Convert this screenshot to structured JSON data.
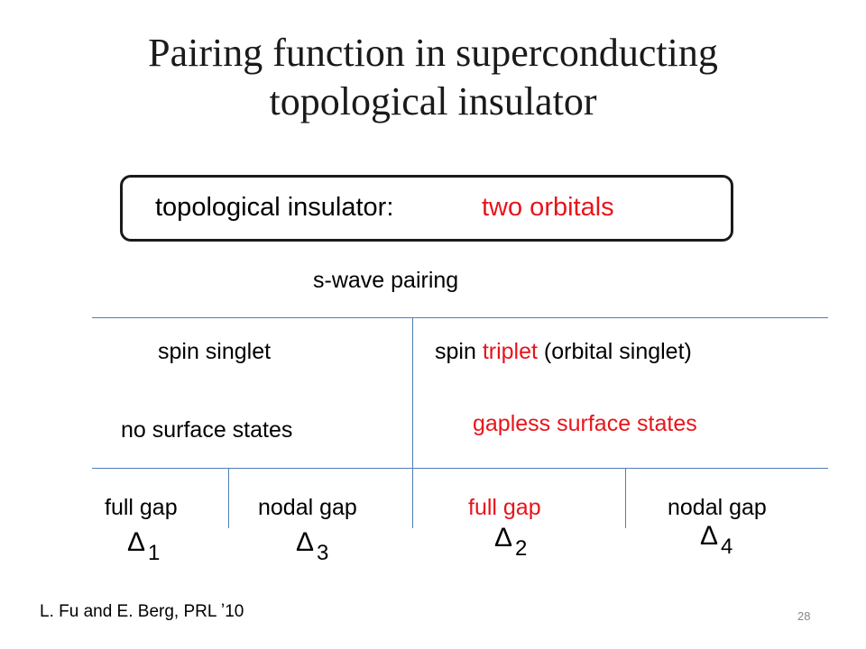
{
  "title": {
    "line1": "Pairing function in superconducting",
    "line2": "topological insulator"
  },
  "box": {
    "label": "topological insulator:",
    "highlight": "two orbitals"
  },
  "pairing_label": "s-wave pairing",
  "left": {
    "header": "spin singlet",
    "surface": "no surface states",
    "col1": "full gap",
    "col2": "nodal gap",
    "delta1": {
      "sym": "Δ",
      "sub": "1"
    },
    "delta2": {
      "sym": "Δ",
      "sub": "3"
    }
  },
  "right": {
    "header_pre": "spin ",
    "header_hl": "triplet",
    "header_post": " (orbital singlet)",
    "surface": "gapless surface states",
    "col1": "full gap",
    "col2": "nodal gap",
    "delta1": {
      "sym": "Δ",
      "sub": "2"
    },
    "delta2": {
      "sym": "Δ",
      "sub": "4"
    }
  },
  "citation": "L. Fu and E. Berg, PRL ʼ10",
  "page_number": "28",
  "colors": {
    "highlight": "#e8141b",
    "divider": "#4f7fb5",
    "text": "#000000"
  }
}
